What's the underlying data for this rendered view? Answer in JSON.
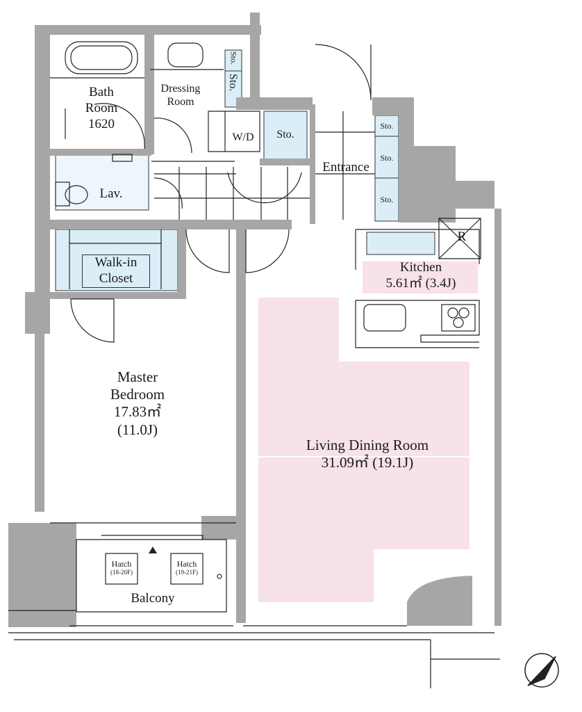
{
  "rooms": {
    "bath": {
      "name_l1": "Bath",
      "name_l2": "Room",
      "size": "1620"
    },
    "dressing": {
      "name_l1": "Dressing",
      "name_l2": "Room"
    },
    "storage_small_1": "Sto.",
    "storage_small_2": "Sto.",
    "washer_dryer": "W/D",
    "storage_center": "Sto.",
    "entrance": "Entrance",
    "entrance_sto_1": "Sto.",
    "entrance_sto_2": "Sto.",
    "entrance_sto_3": "Sto.",
    "lavatory": "Lav.",
    "walkin": {
      "name_l1": "Walk-in",
      "name_l2": "Closet"
    },
    "kitchen": {
      "name": "Kitchen",
      "area": "5.61㎡ (3.4J)"
    },
    "refrigerator": "R",
    "master": {
      "name_l1": "Master",
      "name_l2": "Bedroom",
      "area": "17.83㎡",
      "jo": "(11.0J)"
    },
    "living": {
      "name": "Living Dining Room",
      "area": "31.09㎡ (19.1J)"
    },
    "balcony": {
      "name": "Balcony",
      "hatch_1": {
        "label": "Hatch",
        "floors": "(18-20F)"
      },
      "hatch_2": {
        "label": "Hatch",
        "floors": "(19-21F)"
      }
    }
  },
  "colors": {
    "wall": "#a6a6a6",
    "storage_fill": "#dbeef8",
    "floor_highlight": "#f7e1ea",
    "line": "#222222"
  }
}
